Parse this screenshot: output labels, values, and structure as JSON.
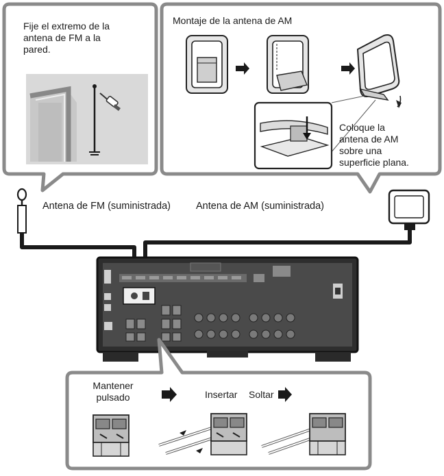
{
  "fm_panel": {
    "note_lines": [
      "Fije el extremo de la",
      "antena de FM a la",
      "pared."
    ]
  },
  "am_panel": {
    "title": "Montaje de la antena de AM",
    "placement_lines": [
      "Coloque la",
      "antena de AM",
      "sobre una",
      "superficie plana."
    ]
  },
  "antennas": {
    "fm_label": "Antena de FM (suministrada)",
    "am_label": "Antena de AM (suministrada)"
  },
  "steps": {
    "hold_lines": [
      "Mantener",
      "pulsado"
    ],
    "insert": "Insertar",
    "release": "Soltar"
  },
  "colors": {
    "panel_border": "#8a8a8a",
    "panel_fill": "#ffffff",
    "receiver_body": "#3a3a3a",
    "cable": "#1a1a1a"
  },
  "icons": [
    "wall-icon",
    "screwdriver-icon",
    "am-loop-antenna-icon",
    "fm-antenna-connector-icon",
    "receiver-rear-panel-icon",
    "speaker-terminal-icon",
    "arrow-right-icon"
  ]
}
